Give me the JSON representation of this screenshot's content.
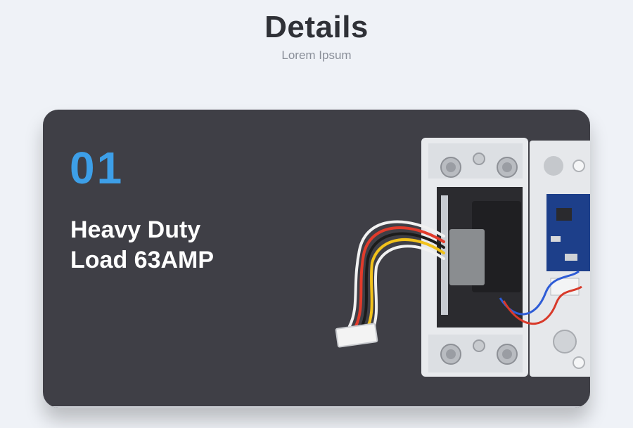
{
  "header": {
    "title": "Details",
    "subtitle": "Lorem Ipsum"
  },
  "card": {
    "number": "01",
    "feature_line1": "Heavy Duty",
    "feature_line2": "Load 63AMP"
  },
  "colors": {
    "page_bg": "#eff2f7",
    "card_bg": "#3f3f46",
    "accent": "#3d9fe8"
  }
}
